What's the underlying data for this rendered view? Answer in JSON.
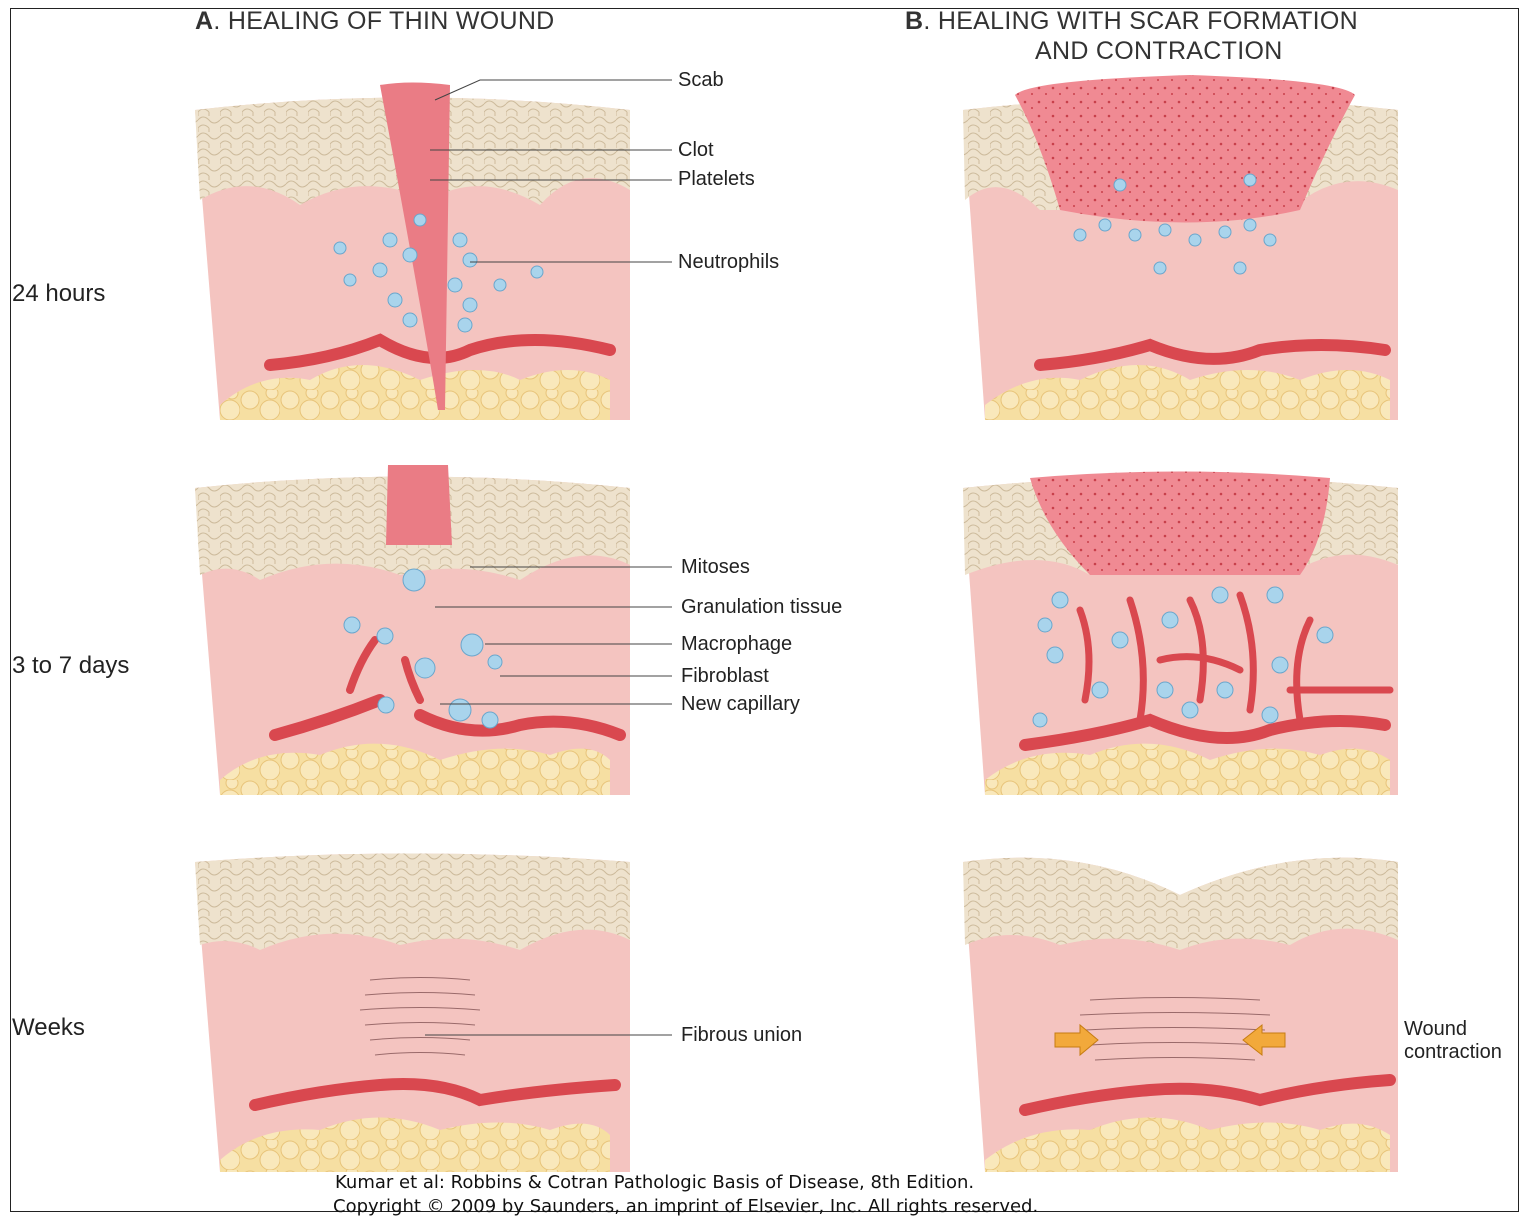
{
  "headers": {
    "a_letter": "A",
    "a_text": ". HEALING OF THIN WOUND",
    "b_letter": "B",
    "b_line1": ". HEALING WITH SCAR FORMATION",
    "b_line2": "AND CONTRACTION"
  },
  "rows": {
    "r1": "24 hours",
    "r2": "3 to 7 days",
    "r3": "Weeks"
  },
  "callouts": {
    "scab": "Scab",
    "clot": "Clot",
    "platelets": "Platelets",
    "neutrophils": "Neutrophils",
    "mitoses": "Mitoses",
    "granulation": "Granulation tissue",
    "macrophage": "Macrophage",
    "fibroblast": "Fibroblast",
    "capillary": "New capillary",
    "fibrous": "Fibrous union",
    "wound_line1": "Wound",
    "wound_line2": "contraction"
  },
  "credit": {
    "line1": "Kumar et al: Robbins & Cotran Pathologic Basis of Disease, 8th Edition.",
    "line2": "Copyright © 2009 by Saunders, an imprint of Elsevier, Inc. All rights reserved."
  },
  "colors": {
    "epidermis": "#eadcc6",
    "dermis": "#f4c4c0",
    "fat": "#f6dfa2",
    "vessel": "#d9484f",
    "scab": "#ea7c85",
    "neutrophil": "#a9d4ec",
    "arrow": "#f2a93b"
  }
}
